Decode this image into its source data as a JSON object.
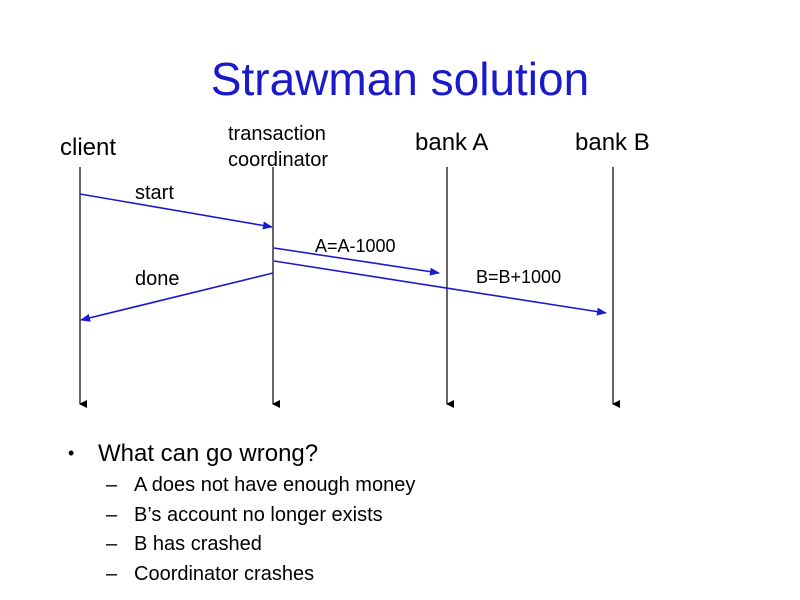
{
  "slide": {
    "title": "Strawman solution",
    "title_color": "#1a1acc"
  },
  "diagram": {
    "arrow_color": "#1a1acc",
    "participants": [
      {
        "label_lines": [
          "client"
        ]
      },
      {
        "label_lines": [
          "transaction",
          "coordinator"
        ]
      },
      {
        "label_lines": [
          "bank A"
        ]
      },
      {
        "label_lines": [
          "bank B"
        ]
      }
    ],
    "messages": [
      {
        "label": "start",
        "from": "client",
        "to": "transaction coordinator"
      },
      {
        "label": "A=A-1000",
        "from": "transaction coordinator",
        "to": "bank A"
      },
      {
        "label": "B=B+1000",
        "from": "transaction coordinator",
        "to": "bank B"
      },
      {
        "label": "done",
        "from": "transaction coordinator",
        "to": "client"
      }
    ]
  },
  "bullets": {
    "main": "What can go wrong?",
    "main_marker": "•",
    "sub_marker": "–",
    "sub_items": [
      "A does not have enough money",
      "B’s account no longer exists",
      "B has crashed",
      "Coordinator crashes"
    ]
  }
}
